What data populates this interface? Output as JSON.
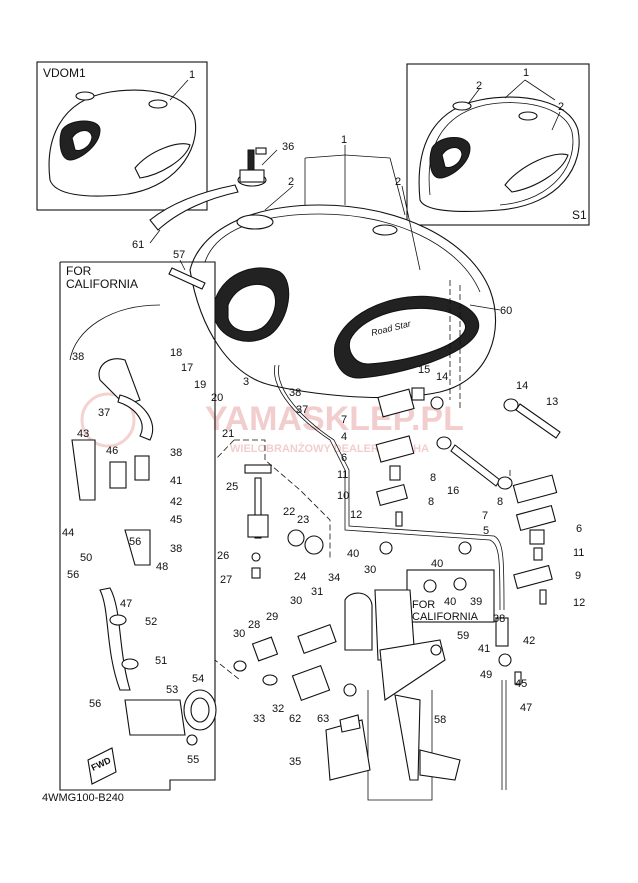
{
  "diagram": {
    "code": "4WMG100-B240",
    "inset_labels": {
      "vdom": "VDOM1",
      "s1": "S1",
      "for_california_left": [
        "FOR",
        "CALIFORNIA"
      ],
      "for_california_right": [
        "FOR",
        "CALIFORNIA"
      ]
    },
    "fwd_label": "FWD",
    "watermark": {
      "main": "YAMASKLEP.PL",
      "sub": "WIELOBRANŻOWY DEALER YAMAHA"
    },
    "callouts": [
      "1",
      "1",
      "1",
      "2",
      "2",
      "2",
      "2",
      "36",
      "61",
      "57",
      "60",
      "18",
      "17",
      "19",
      "20",
      "3",
      "38",
      "15",
      "14",
      "14",
      "13",
      "37",
      "7",
      "4",
      "6",
      "11",
      "10",
      "12",
      "8",
      "8",
      "16",
      "8",
      "7",
      "5",
      "6",
      "11",
      "9",
      "12",
      "21",
      "25",
      "22",
      "23",
      "26",
      "27",
      "24",
      "34",
      "40",
      "40",
      "40",
      "39",
      "30",
      "29",
      "28",
      "30",
      "31",
      "32",
      "33",
      "62",
      "63",
      "30",
      "38",
      "59",
      "41",
      "42",
      "45",
      "49",
      "47",
      "58",
      "35",
      "38",
      "43",
      "46",
      "38",
      "41",
      "42",
      "45",
      "44",
      "56",
      "50",
      "56",
      "38",
      "48",
      "47",
      "52",
      "51",
      "53",
      "54",
      "56",
      "55",
      "37"
    ]
  }
}
